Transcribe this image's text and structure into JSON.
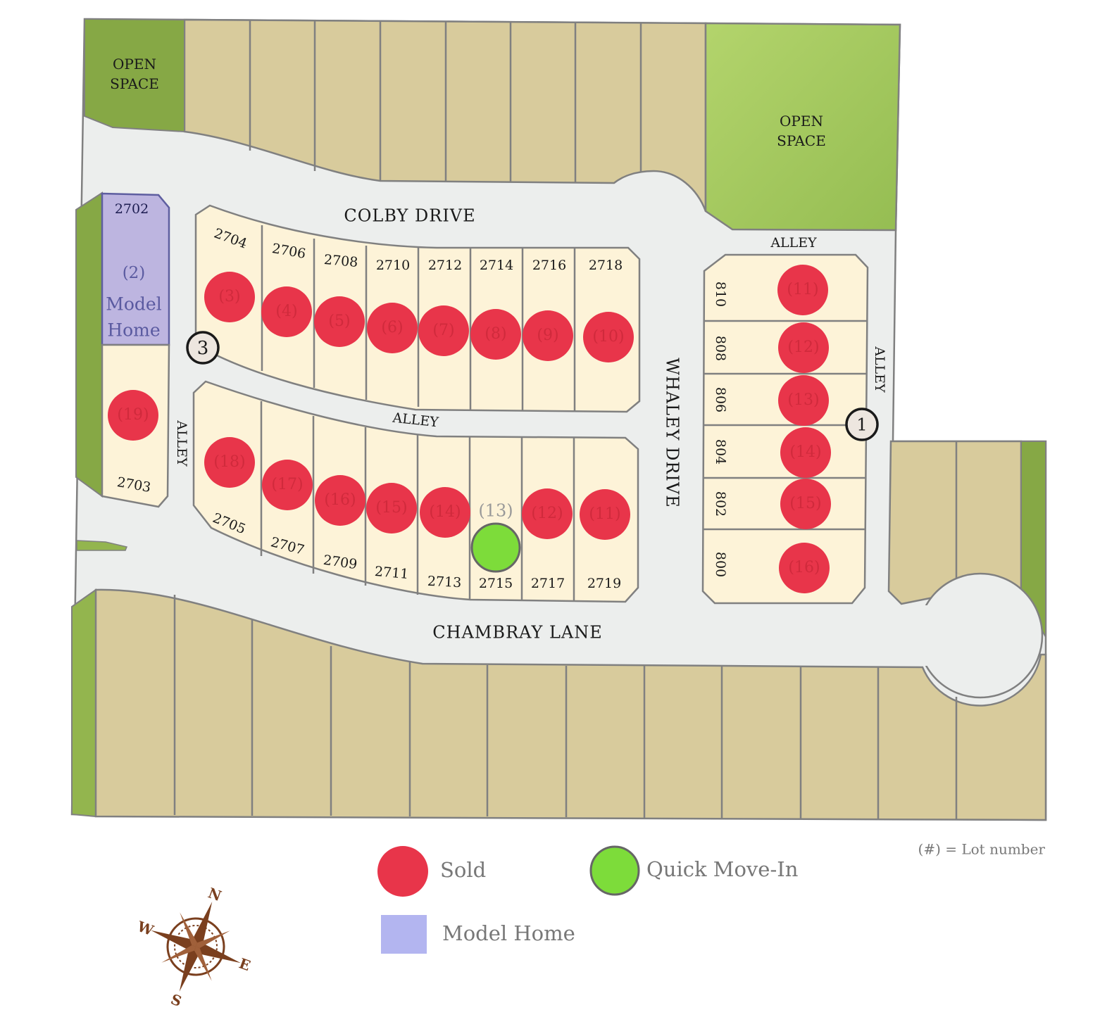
{
  "colors": {
    "road": "#eceeed",
    "lot_available": "#d8cb9c",
    "lot_block": "#fdf3d8",
    "open_space_dark": "#86a845",
    "open_space_light": "#a8cc63",
    "sold": "#e8354a",
    "quick_move_in": "#7ddc3a",
    "model_home": "#bdb5e0",
    "compass": "#7a3f1e"
  },
  "open_space": {
    "left": [
      "OPEN",
      "SPACE"
    ],
    "right": [
      "OPEN",
      "SPACE"
    ]
  },
  "roads": {
    "colby": "COLBY DRIVE",
    "chambray": "CHAMBRAY LANE",
    "whaley": "WHALEY DRIVE",
    "alley_middle": "ALLEY",
    "alley_top_right": "ALLEY",
    "alley_right": "ALLEY",
    "alley_left": "ALLEY"
  },
  "model_home_lot": {
    "address": "2702",
    "lot": "(2)",
    "label_line1": "Model",
    "label_line2": "Home"
  },
  "lots": [
    {
      "lot": "(19)",
      "address": "2703",
      "status": "sold"
    },
    {
      "lot": "(3)",
      "address": "2704",
      "status": "sold"
    },
    {
      "lot": "(4)",
      "address": "2706",
      "status": "sold"
    },
    {
      "lot": "(5)",
      "address": "2708",
      "status": "sold"
    },
    {
      "lot": "(6)",
      "address": "2710",
      "status": "sold"
    },
    {
      "lot": "(7)",
      "address": "2712",
      "status": "sold"
    },
    {
      "lot": "(8)",
      "address": "2714",
      "status": "sold"
    },
    {
      "lot": "(9)",
      "address": "2716",
      "status": "sold"
    },
    {
      "lot": "(10)",
      "address": "2718",
      "status": "sold"
    },
    {
      "lot": "(18)",
      "address": "2705",
      "status": "sold"
    },
    {
      "lot": "(17)",
      "address": "2707",
      "status": "sold"
    },
    {
      "lot": "(16)",
      "address": "2709",
      "status": "sold"
    },
    {
      "lot": "(15)",
      "address": "2711",
      "status": "sold"
    },
    {
      "lot": "(14)",
      "address": "2713",
      "status": "sold"
    },
    {
      "lot": "(13)",
      "address": "2715",
      "status": "quick-move-in"
    },
    {
      "lot": "(12)",
      "address": "2717",
      "status": "sold"
    },
    {
      "lot": "(11)",
      "address": "2719",
      "status": "sold"
    },
    {
      "lot": "(11)",
      "address": "810",
      "status": "sold"
    },
    {
      "lot": "(12)",
      "address": "808",
      "status": "sold"
    },
    {
      "lot": "(13)",
      "address": "806",
      "status": "sold"
    },
    {
      "lot": "(14)",
      "address": "804",
      "status": "sold"
    },
    {
      "lot": "(15)",
      "address": "802",
      "status": "sold"
    },
    {
      "lot": "(16)",
      "address": "800",
      "status": "sold"
    }
  ],
  "markers": [
    {
      "label": "3"
    },
    {
      "label": "1"
    }
  ],
  "legend": {
    "sold": "Sold",
    "quick_move_in": "Quick Move-In",
    "model_home": "Model Home",
    "lot_number_note": "(#) = Lot number"
  },
  "compass": {
    "n": "N",
    "e": "E",
    "s": "S",
    "w": "W"
  }
}
